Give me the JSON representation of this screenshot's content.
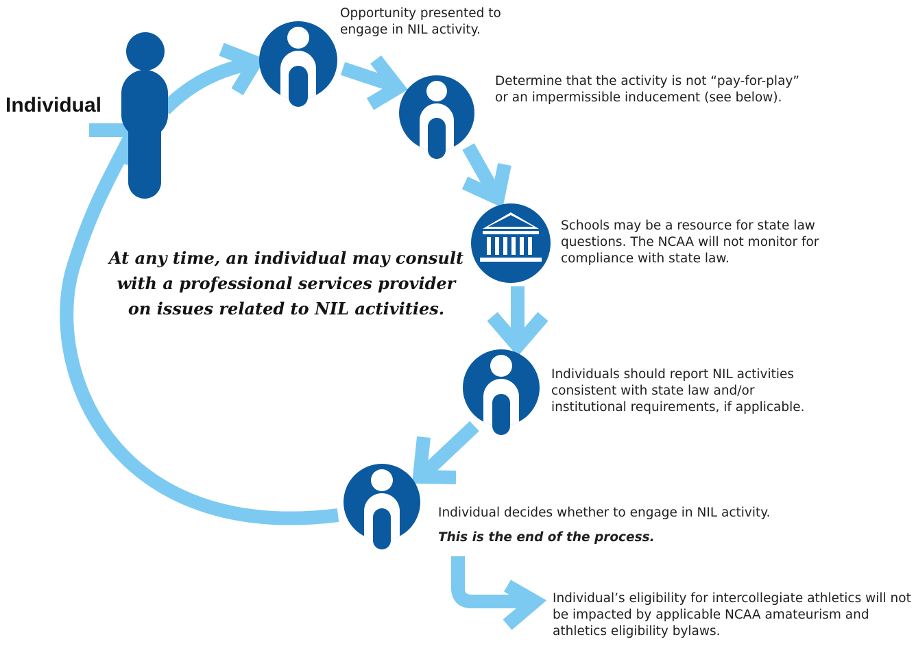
{
  "title": "Individual",
  "center_note": "At any time, an individual may consult with a professional services provider on issues related to NIL activities.",
  "steps": [
    {
      "text": "Opportunity presented to engage in NIL activity.",
      "icon": "person-icon"
    },
    {
      "text": "Determine that the activity is not “pay-for-play” or an impermissible inducement (see below).",
      "icon": "person-icon"
    },
    {
      "text": "Schools may be a resource for state law questions. The NCAA will not monitor for compliance with state law.",
      "icon": "institution-icon"
    },
    {
      "text": "Individuals should report NIL activities consistent with state law and/or institutional requirements, if applicable.",
      "icon": "person-icon"
    },
    {
      "text": "Individual decides whether to engage in NIL activity.",
      "note": "This is the end of the process.",
      "icon": "person-icon"
    }
  ],
  "outcome": "Individual’s eligibility for intercollegiate athletics will not be impacted by applicable NCAA amateurism and athletics eligibility bylaws.",
  "colors": {
    "primary": "#0b5aa0",
    "arrow": "#7ccaf1",
    "text": "#1f1f1f"
  }
}
